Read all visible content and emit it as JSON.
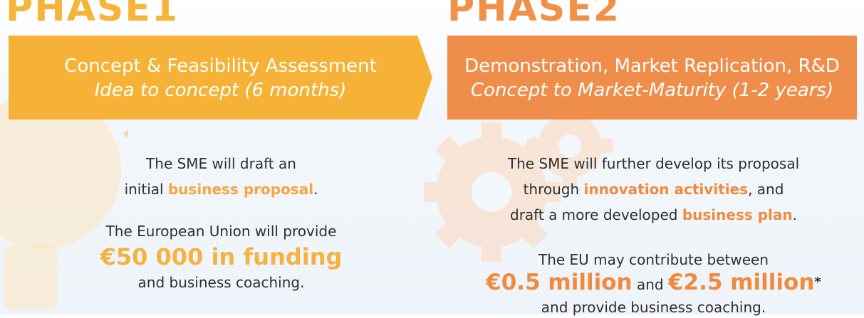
{
  "phase1": {
    "title": "PHASE1",
    "banner_line1": "Concept & Feasibility Assessment",
    "banner_line2": "Idea to concept (6 months)",
    "desc_line1": "The SME will draft an",
    "desc_line2_pre": "initial ",
    "desc_line2_highlight": "business proposal",
    "desc_line2_post": ".",
    "funding_line1": "The European Union will provide",
    "funding_amount": "€50 000 in funding",
    "funding_line3": "and business coaching."
  },
  "phase2": {
    "title": "PHASE2",
    "banner_line1": "Demonstration, Market Replication, R&D",
    "banner_line2": "Concept to Market-Maturity (1-2 years)",
    "desc_line1": "The SME will further develop its proposal",
    "desc_line2_pre": "through ",
    "desc_line2_highlight": "innovation activities",
    "desc_line2_post": ", and",
    "desc_line3_pre": "draft a more developed ",
    "desc_line3_highlight": "business plan",
    "desc_line3_post": ".",
    "funding_line1": "The EU may contribute between",
    "amount_low": "€0.5 million",
    "amount_and": " and ",
    "amount_high": "€2.5 million",
    "amount_asterisk": "*",
    "funding_line3": "and provide business coaching."
  },
  "colors": {
    "phase1_accent": "#f6b236",
    "phase2_accent": "#ef8d4b",
    "body_text": "#2f2f2f"
  },
  "icons": [
    "lightbulb-icon",
    "gears-icon"
  ]
}
